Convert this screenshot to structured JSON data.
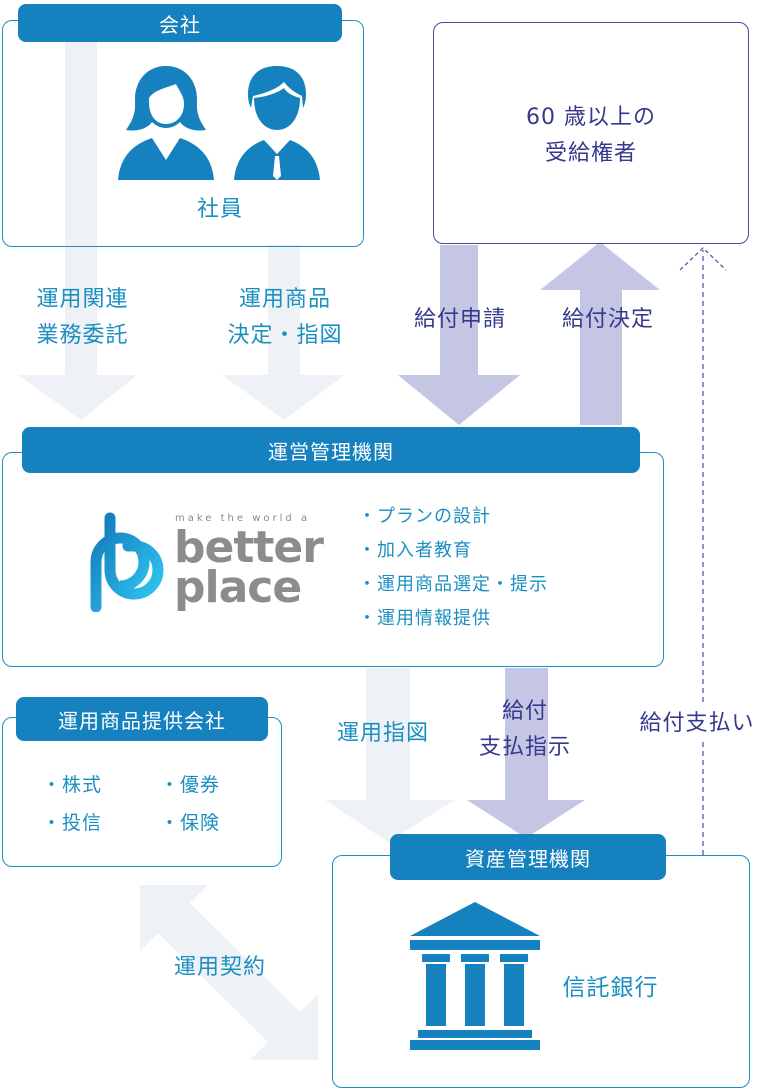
{
  "company": {
    "title": "会社",
    "employee": "社員"
  },
  "recipient": {
    "line1": "60 歳以上の",
    "line2": "受給権者"
  },
  "flows": {
    "outsource": {
      "line1": "運用関連",
      "line2": "業務委託"
    },
    "product_decision": {
      "line1": "運用商品",
      "line2": "決定・指図"
    },
    "benefit_request": "給付申請",
    "benefit_decision": "給付決定",
    "operation_instruction": "運用指図",
    "payment_instruction": {
      "line1": "給付",
      "line2": "支払指示"
    },
    "benefit_payment": "給付支払い",
    "operation_contract": "運用契約"
  },
  "management": {
    "title": "運営管理機関",
    "logo_tagline": "make the world a",
    "logo_word1": "better",
    "logo_word2": "place",
    "services": [
      "・プランの設計",
      "・加入者教育",
      "・運用商品選定・提示",
      "・運用情報提供"
    ]
  },
  "provider": {
    "title": "運用商品提供会社",
    "col1": [
      "・株式",
      "・投信"
    ],
    "col2": [
      "・優券",
      "・保険"
    ]
  },
  "asset": {
    "title": "資産管理機関",
    "bank": "信託銀行"
  },
  "colors": {
    "blue": "#1581bf",
    "light_arrow": "#eef2f7",
    "purple_arrow": "#c4c6e3",
    "purple_text": "#363a8c"
  }
}
